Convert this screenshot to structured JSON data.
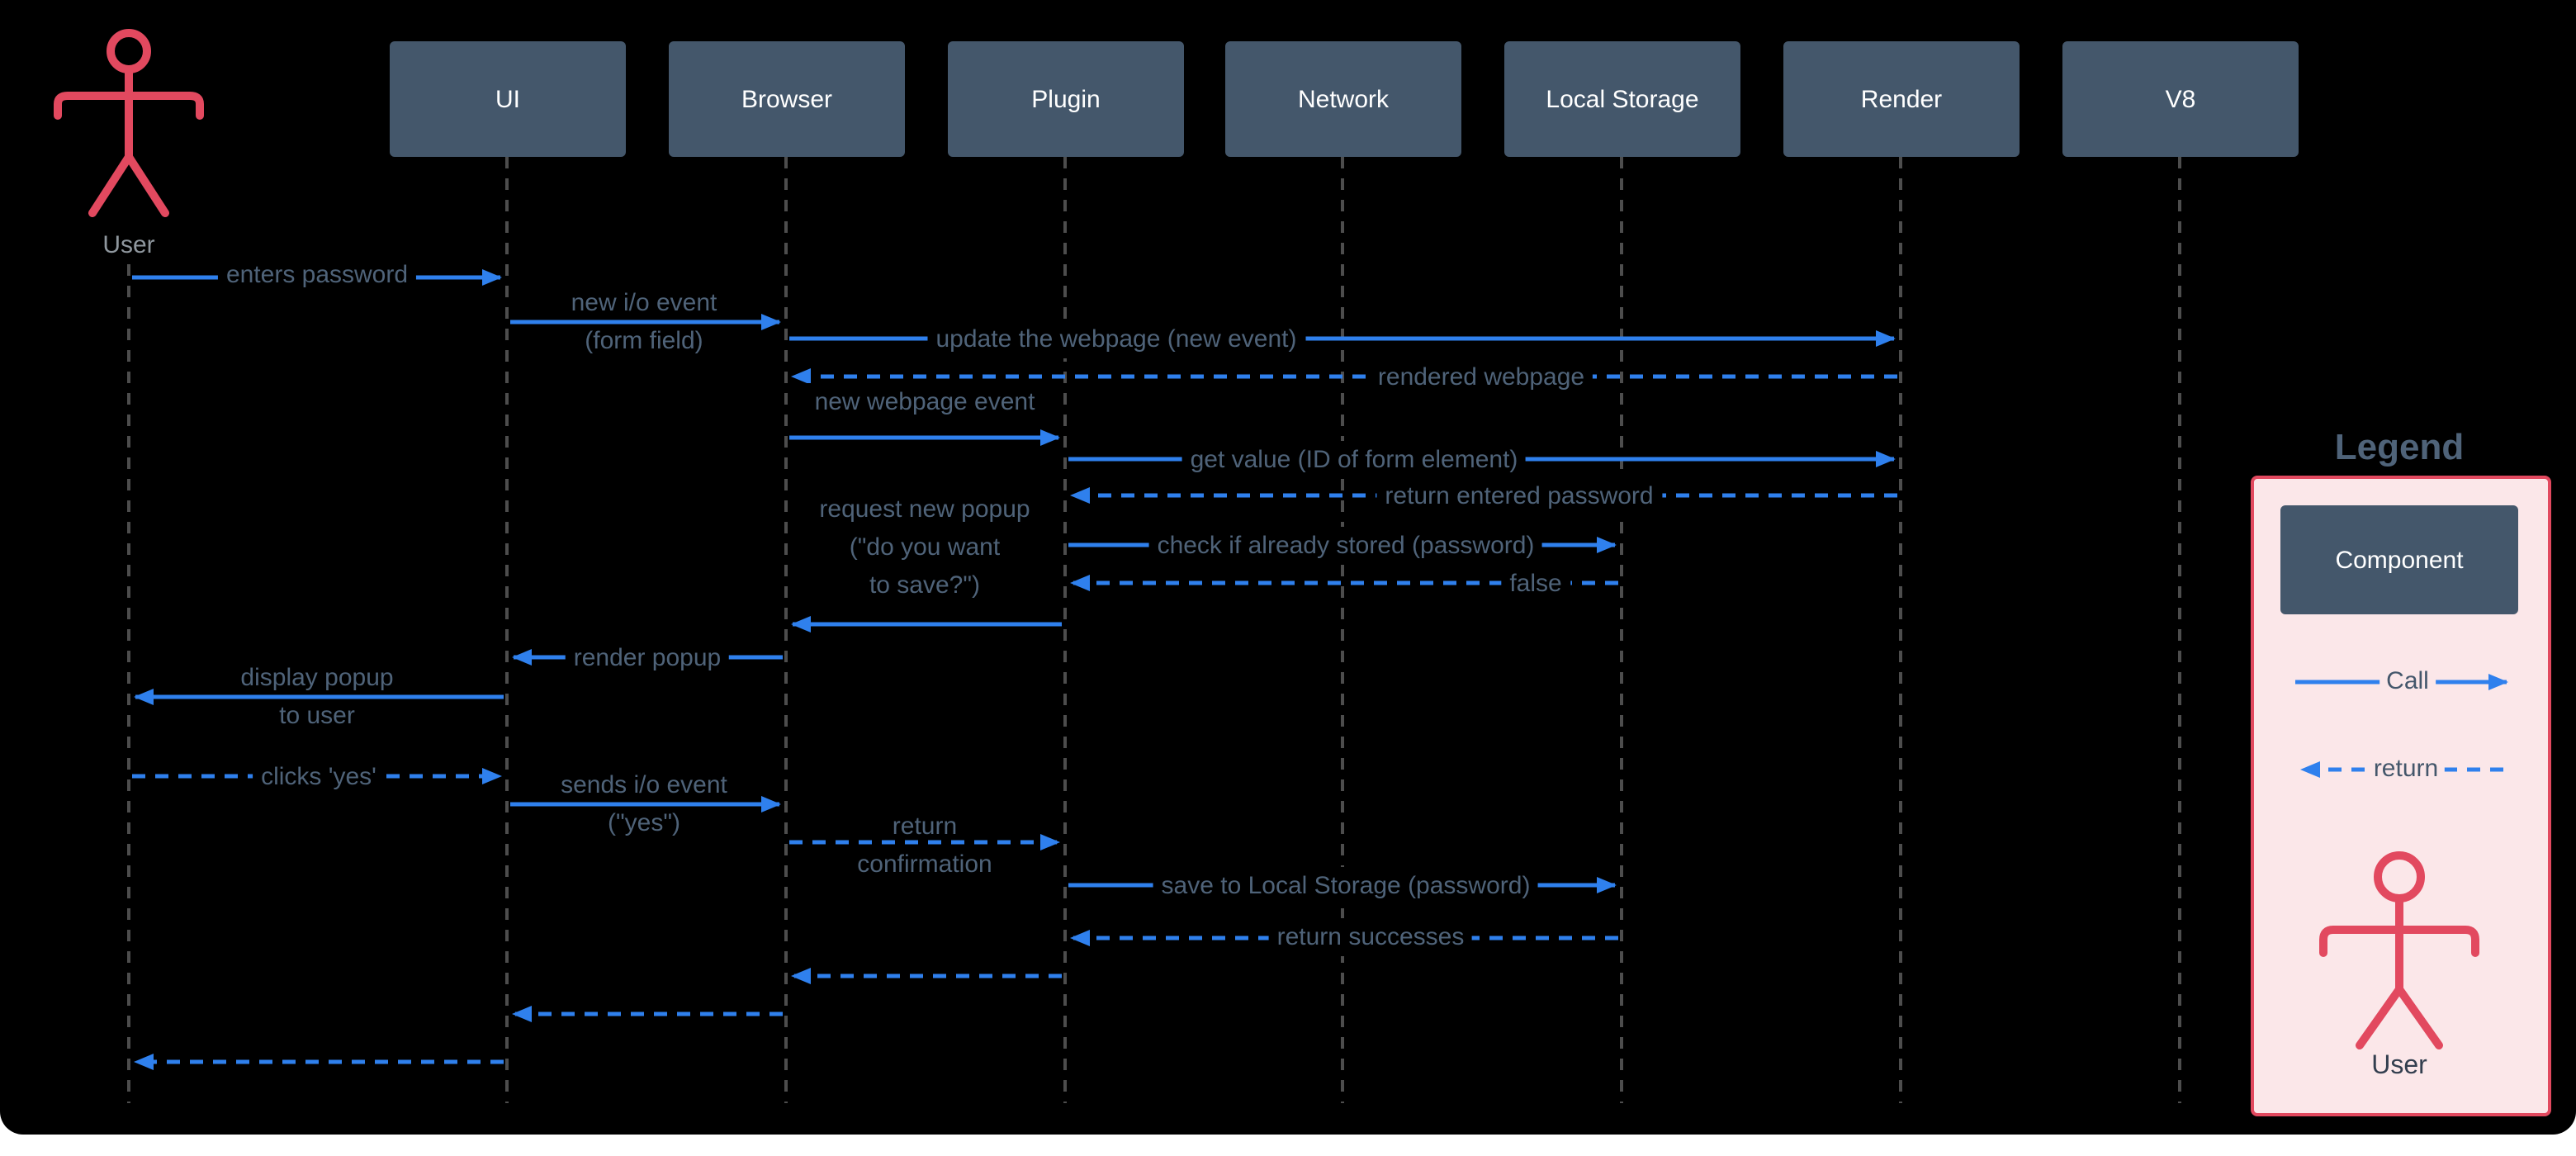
{
  "colors": {
    "background": "#000000",
    "component_box": "#44576b",
    "arrow_blue": "#2f80ed",
    "label_text": "#4f6379",
    "actor_red": "#e2495f",
    "legend_bg": "#fbe7e9",
    "lifeline_gray": "#4d4d4d"
  },
  "actor": {
    "label": "User"
  },
  "participants": [
    {
      "label": "UI"
    },
    {
      "label": "Browser"
    },
    {
      "label": "Plugin"
    },
    {
      "label": "Network"
    },
    {
      "label": "Local Storage"
    },
    {
      "label": "Render"
    },
    {
      "label": "V8"
    }
  ],
  "messages": [
    {
      "label": "enters password"
    },
    {
      "label": "new i/o event\n(form field)"
    },
    {
      "label": "update the webpage (new event)"
    },
    {
      "label": "rendered webpage"
    },
    {
      "label": "new webpage event"
    },
    {
      "label": "get value (ID of form element)"
    },
    {
      "label": "return entered password"
    },
    {
      "label": "request new popup\n(\"do you want\nto save?\")"
    },
    {
      "label": "check if already stored (password)"
    },
    {
      "label": "false"
    },
    {
      "label": "render popup"
    },
    {
      "label": "display popup\nto user"
    },
    {
      "label": "clicks 'yes'"
    },
    {
      "label": "sends i/o event\n(\"yes\")"
    },
    {
      "label": "return\nconfirmation"
    },
    {
      "label": "save to Local Storage (password)"
    },
    {
      "label": "return successes"
    }
  ],
  "legend": {
    "title": "Legend",
    "component": "Component",
    "call": "Call",
    "return": "return",
    "user": "User"
  }
}
